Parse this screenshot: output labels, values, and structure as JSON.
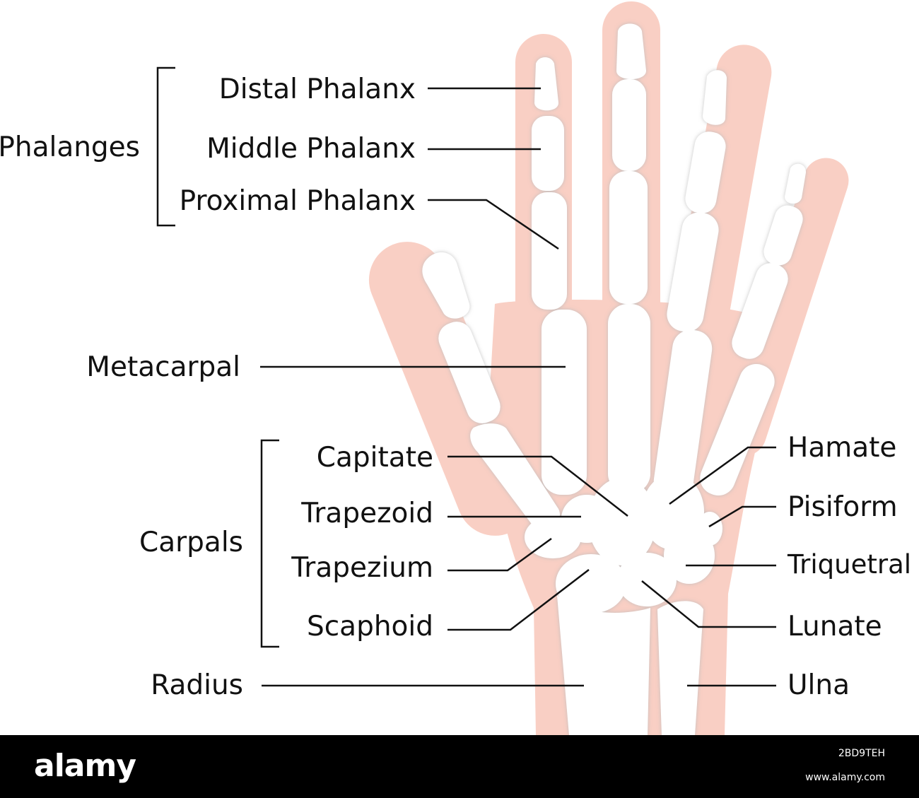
{
  "colors": {
    "skin": "#f9cfc4",
    "bone": "#ffffff",
    "bone_shadow": "#dcdcdc",
    "line": "#111111",
    "footer": "#000000"
  },
  "groups": {
    "phalanges": "Phalanges",
    "carpals": "Carpals"
  },
  "labels": {
    "distal_phalanx": "Distal Phalanx",
    "middle_phalanx": "Middle Phalanx",
    "proximal_phalanx": "Proximal Phalanx",
    "metacarpal": "Metacarpal",
    "capitate": "Capitate",
    "trapezoid": "Trapezoid",
    "trapezium": "Trapezium",
    "scaphoid": "Scaphoid",
    "radius": "Radius",
    "hamate": "Hamate",
    "pisiform": "Pisiform",
    "triquetral": "Triquetral",
    "lunate": "Lunate",
    "ulna": "Ulna"
  },
  "footer": {
    "logo": "alamy",
    "image_id": "2BD9TEH",
    "url": "www.alamy.com"
  }
}
